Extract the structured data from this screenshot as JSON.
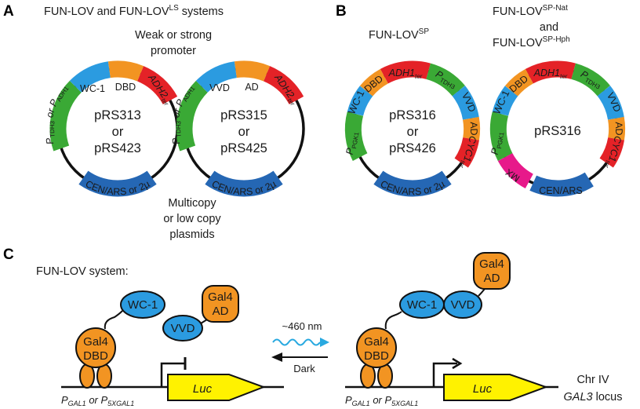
{
  "panels": {
    "a": {
      "letter": "A",
      "title_main": "FUN-LOV and FUN-LOV",
      "title_sup": "LS",
      "title_end": " systems",
      "promoter_line1": "Weak or strong",
      "promoter_line2": "promoter",
      "multicopy_line1": "Multicopy",
      "multicopy_line2": "or low copy",
      "multicopy_line3": "plasmids",
      "plasmid1": {
        "line1": "pRS313",
        "line2": "or",
        "line3": "pRS423"
      },
      "plasmid2": {
        "line1": "pRS315",
        "line2": "or",
        "line3": "pRS425"
      }
    },
    "b": {
      "letter": "B",
      "title1_main": "FUN-LOV",
      "title1_sup": "SP",
      "title2_line1_main": "FUN-LOV",
      "title2_line1_sup": "SP-Nat",
      "title2_and": "and",
      "title2_line3_main": "FUN-LOV",
      "title2_line3_sup": "SP-Hph",
      "plasmid3": {
        "line1": "pRS316",
        "line2": "or",
        "line3": "pRS426"
      },
      "plasmid4": {
        "line1": "pRS316"
      }
    },
    "c": {
      "letter": "C",
      "title": "FUN-LOV system:",
      "wc1": "WC-1",
      "gal4_line1": "Gal4",
      "ad": "AD",
      "dbd": "DBD",
      "vvd": "VVD",
      "light": "~460 nm",
      "dark": "Dark",
      "luc": "Luc",
      "p_gal1": "GAL1",
      "or_word": "or",
      "p_5xgal1": "5XGAL1",
      "chr": "Chr IV",
      "locus_gene": "GAL3",
      "locus_word": " locus"
    }
  },
  "segments": {
    "wc1": "WC-1",
    "dbd": "DBD",
    "adh2": "ADH2",
    "ter": "ter",
    "vvd": "VVD",
    "ad": "AD",
    "cen": "CEN/ARS or 2µ",
    "cen_only": "CEN/ARS",
    "adh1": "ADH1",
    "cyc1": "CYC1",
    "mx": "MX",
    "p_letter": "P",
    "or_word": " or ",
    "tdh3": "TDH3",
    "adh1_sub": "ADH1",
    "tdh3_short": "TDH3",
    "pgk1": "PGK1"
  },
  "colors": {
    "green": "#3aa935",
    "blue": "#2b9be0",
    "orange": "#f29422",
    "red": "#e42227",
    "navy": "#2567b4",
    "magenta": "#e7198a",
    "yellow": "#fff200",
    "light_arrow": "#29a9e0"
  }
}
